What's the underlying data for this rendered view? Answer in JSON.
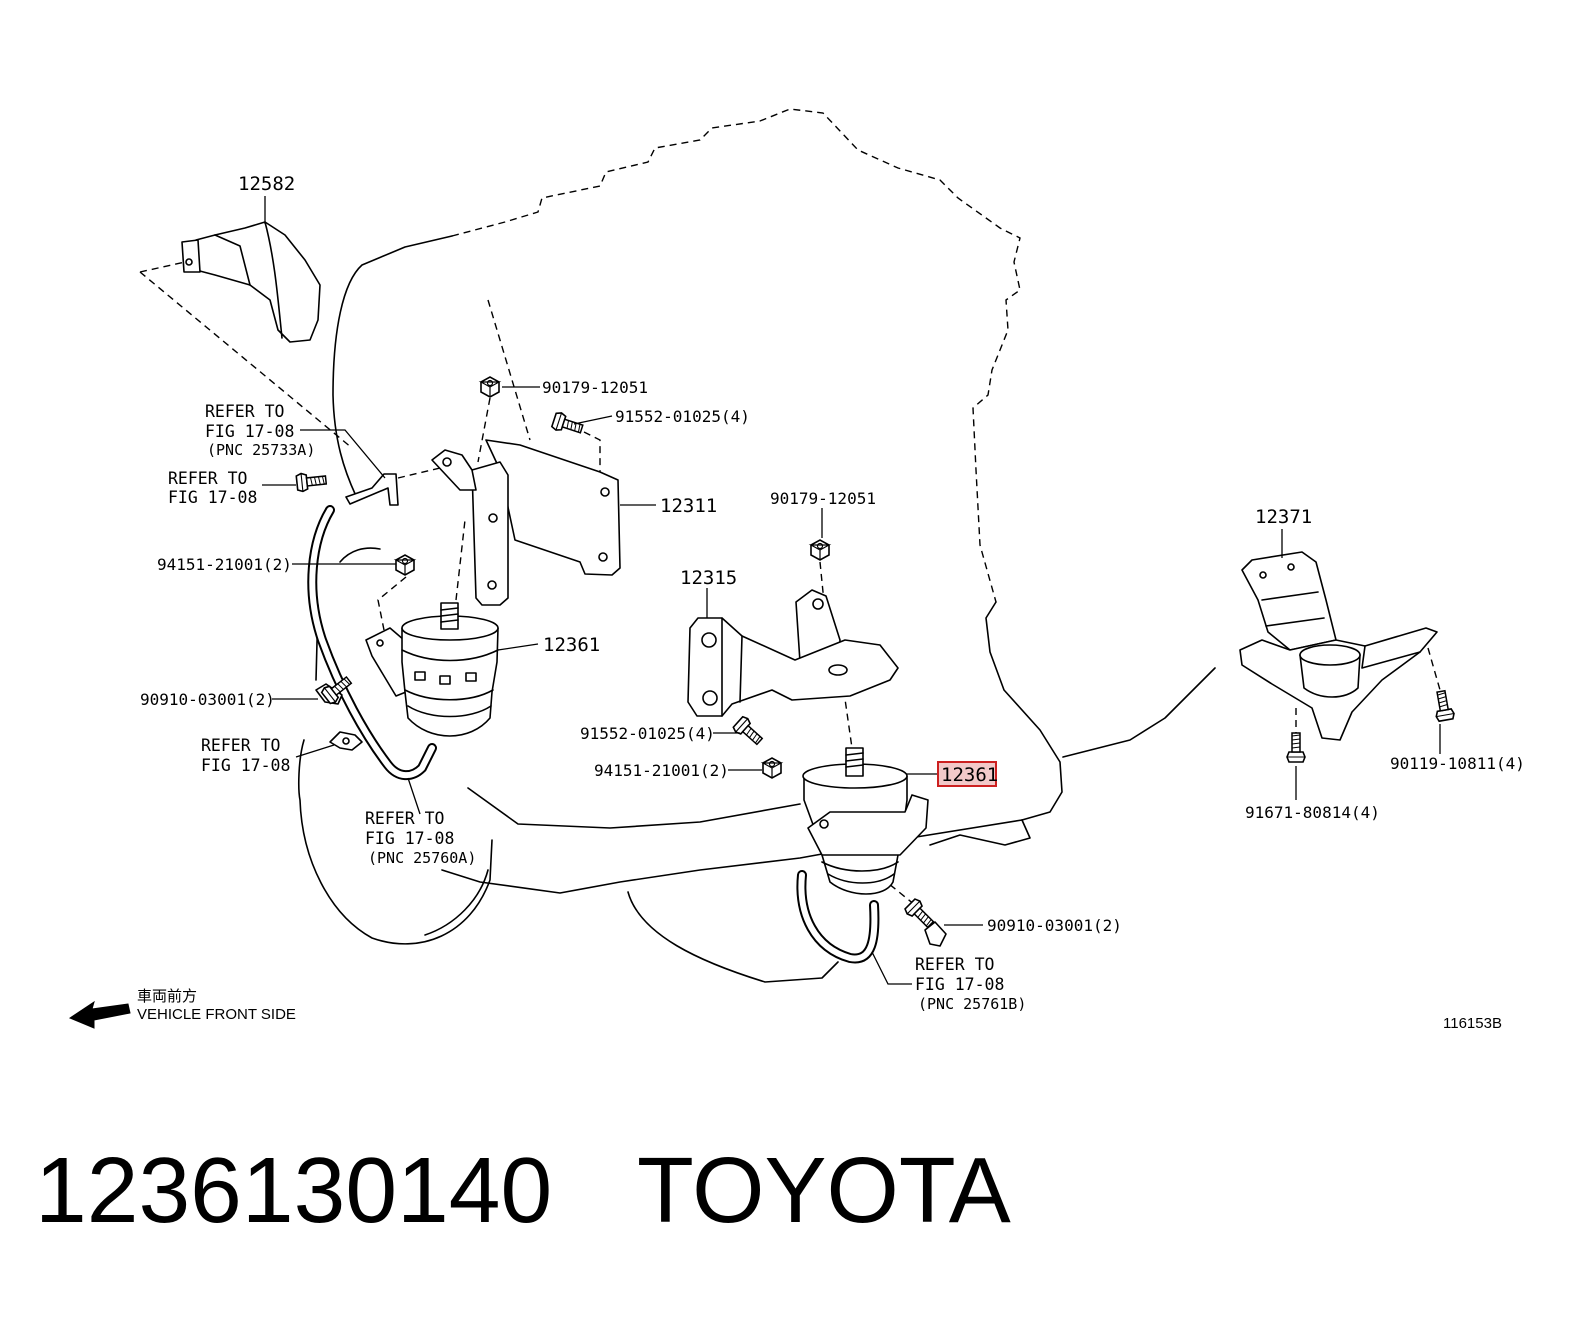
{
  "callouts": {
    "p12582": "12582",
    "p12311": "12311",
    "p12315": "12315",
    "p12361_left": "12361",
    "p12361_right": "12361",
    "p12371": "12371",
    "p90179_left": "90179-12051",
    "p90179_right": "90179-12051",
    "p91552_left": "91552-01025(4)",
    "p91552_right": "91552-01025(4)",
    "p94151_left": "94151-21001(2)",
    "p94151_right": "94151-21001(2)",
    "p90910_left": "90910-03001(2)",
    "p90910_right": "90910-03001(2)",
    "p90119": "90119-10811(4)",
    "p91671": "91671-80814(4)"
  },
  "references": [
    {
      "line1": "REFER TO",
      "line2": "FIG 17-08",
      "line3": "(PNC 25733A)"
    },
    {
      "line1": "REFER TO",
      "line2": "FIG 17-08"
    },
    {
      "line1": "REFER TO",
      "line2": "FIG 17-08"
    },
    {
      "line1": "REFER TO",
      "line2": "FIG 17-08",
      "line3": "(PNC 25760A)"
    },
    {
      "line1": "REFER TO",
      "line2": "FIG 17-08",
      "line3": "(PNC 25761B)"
    }
  ],
  "direction": {
    "label_jp": "車両前方",
    "label_en": "VEHICLE FRONT SIDE",
    "icon": "arrow-left-icon"
  },
  "figure_id": "116153B",
  "caption": {
    "part_number": "1236130140",
    "brand": "TOYOTA"
  },
  "highlight": {
    "stroke": "#cc2020",
    "fill": "#f2c9c9",
    "text": "#555555"
  }
}
